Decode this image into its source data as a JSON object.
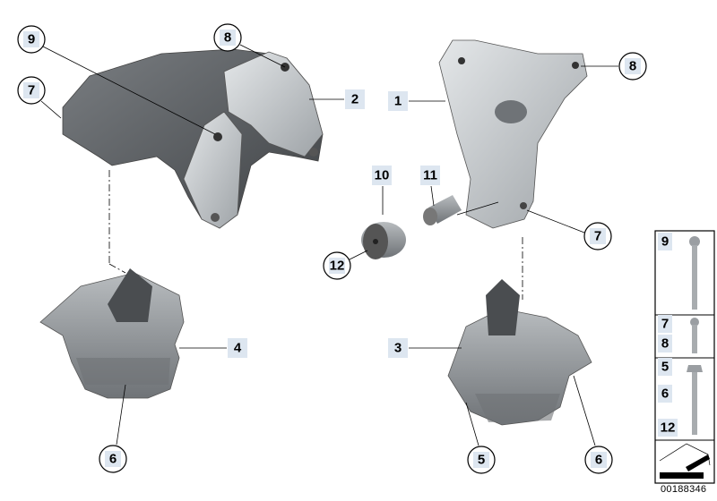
{
  "diagram": {
    "callouts": [
      {
        "id": "c9",
        "text": "9",
        "style": "circle"
      },
      {
        "id": "c8a",
        "text": "8",
        "style": "circle"
      },
      {
        "id": "c7a",
        "text": "7",
        "style": "circle"
      },
      {
        "id": "b2",
        "text": "2",
        "style": "box"
      },
      {
        "id": "b1",
        "text": "1",
        "style": "box"
      },
      {
        "id": "c8b",
        "text": "8",
        "style": "circle"
      },
      {
        "id": "b10",
        "text": "10",
        "style": "box"
      },
      {
        "id": "b11",
        "text": "11",
        "style": "box"
      },
      {
        "id": "c12",
        "text": "12",
        "style": "circle"
      },
      {
        "id": "c7b",
        "text": "7",
        "style": "circle"
      },
      {
        "id": "b4",
        "text": "4",
        "style": "box"
      },
      {
        "id": "b3",
        "text": "3",
        "style": "box"
      },
      {
        "id": "c6a",
        "text": "6",
        "style": "circle"
      },
      {
        "id": "c5",
        "text": "5",
        "style": "circle"
      },
      {
        "id": "c6b",
        "text": "6",
        "style": "circle"
      }
    ],
    "fastener_panel": [
      {
        "labels": [
          "9"
        ],
        "icon": "long-bolt-icon"
      },
      {
        "labels": [
          "7",
          "8"
        ],
        "icon": "short-bolt-icon"
      },
      {
        "labels": [
          "5",
          "6",
          "12"
        ],
        "icon": "hex-bolt-icon"
      },
      {
        "labels": [],
        "icon": "arrow-icon"
      }
    ],
    "reference_number": "00188346",
    "colors": {
      "label_bg": "#dde6f0",
      "part_light": "#c8cccf",
      "part_dark": "#5a5d60"
    }
  }
}
